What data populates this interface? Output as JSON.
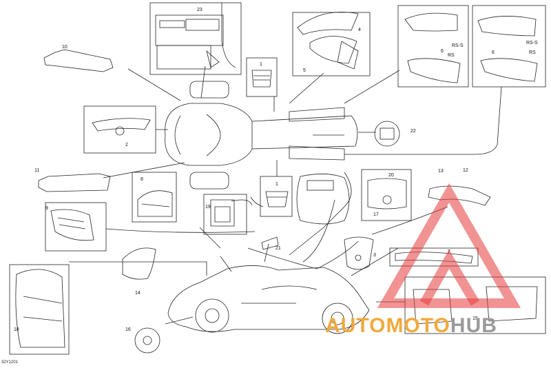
{
  "callouts": {
    "n1a": "1",
    "n1b": "1",
    "n2": "2",
    "n3": "3",
    "n4": "4",
    "n5": "5",
    "n6a": "6",
    "n6b": "6",
    "n7": "7",
    "n8": "8",
    "n9": "9",
    "n10": "10",
    "n11": "11",
    "n12": "12",
    "n13": "13",
    "n14": "14",
    "n15": "15",
    "n16": "16",
    "n17": "17",
    "n18": "18",
    "n19": "19",
    "n20": "20",
    "n21": "21",
    "n22": "22",
    "n23": "23"
  },
  "variants": {
    "rss_a": "RS-S",
    "rs_a": "RS",
    "rss_b": "RS-S",
    "rs_b": "RS"
  },
  "ref_code": "32Y1201",
  "watermark": {
    "part1": "AUTOMOTO",
    "part2": "HUB",
    "color_orange": "#f2a93b",
    "color_gray": "#9a9a9a",
    "color_red": "#e63b3b"
  }
}
